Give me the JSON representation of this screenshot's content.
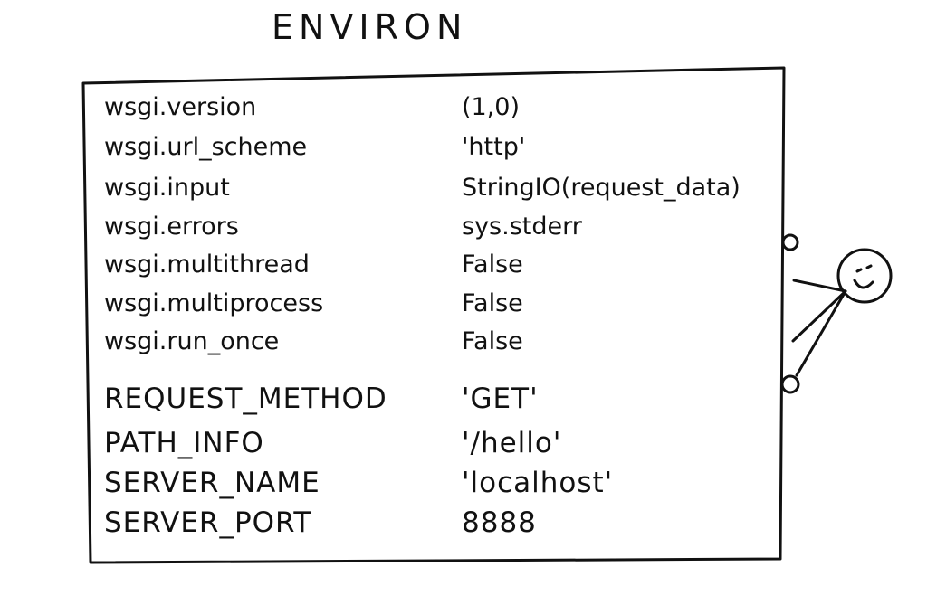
{
  "title": "ENVIRON",
  "entries": [
    {
      "key": "wsgi.version",
      "value": "(1,0)"
    },
    {
      "key": "wsgi.url_scheme",
      "value": "'http'"
    },
    {
      "key": "wsgi.input",
      "value": "StringIO(request_data)"
    },
    {
      "key": "wsgi.errors",
      "value": "sys.stderr"
    },
    {
      "key": "wsgi.multithread",
      "value": "False"
    },
    {
      "key": "wsgi.multiprocess",
      "value": "False"
    },
    {
      "key": "wsgi.run_once",
      "value": "False"
    },
    {
      "key": "REQUEST_METHOD",
      "value": "'GET'"
    },
    {
      "key": "PATH_INFO",
      "value": "'/hello'"
    },
    {
      "key": "SERVER_NAME",
      "value": "'localhost'"
    },
    {
      "key": "SERVER_PORT",
      "value": "8888"
    }
  ]
}
